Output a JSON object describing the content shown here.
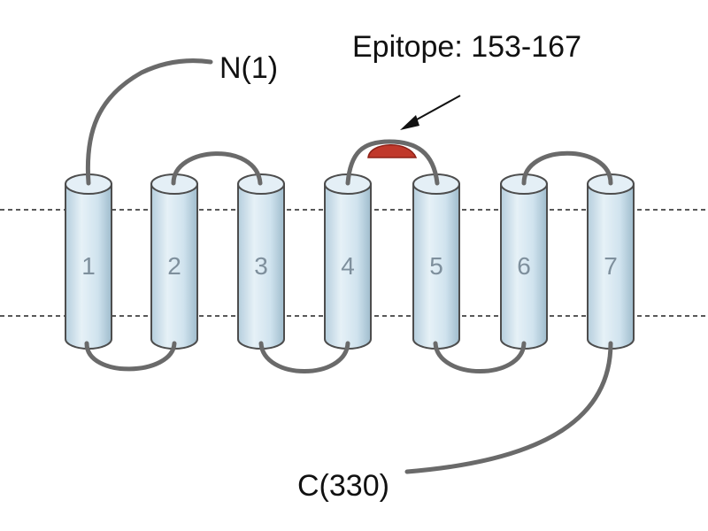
{
  "labels": {
    "n_terminus": "N(1)",
    "c_terminus": "C(330)",
    "epitope": "Epitope: 153-167"
  },
  "helices": [
    {
      "number": "1"
    },
    {
      "number": "2"
    },
    {
      "number": "3"
    },
    {
      "number": "4"
    },
    {
      "number": "5"
    },
    {
      "number": "6"
    },
    {
      "number": "7"
    }
  ],
  "colors": {
    "helix_fill": "#d6e7f1",
    "helix_stroke": "#4d4d4d",
    "loop": "#6a6a6a",
    "epitope": "#c0392b",
    "membrane_line": "#222222"
  }
}
